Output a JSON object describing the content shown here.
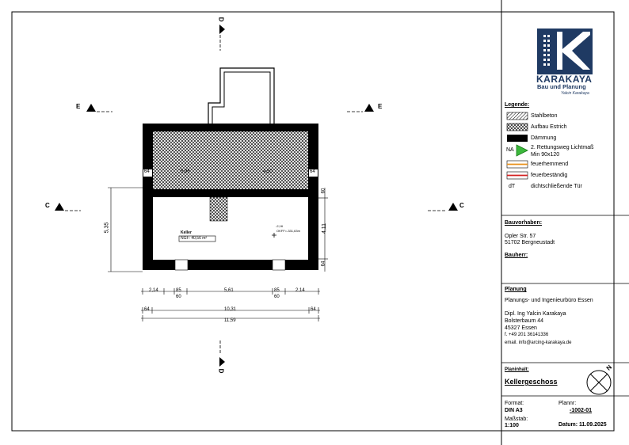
{
  "logo": {
    "name": "KARAKAYA",
    "sub": "Bau und Planung",
    "signature": "Yalcin Karakaya",
    "colors": {
      "navy": "#1f3a63",
      "light": "#ffffff"
    }
  },
  "legend": {
    "title": "Legende:",
    "items": [
      {
        "label": "Stahlbeton",
        "style": "hatch"
      },
      {
        "label": "Aufbau Estrich",
        "style": "crosshatch"
      },
      {
        "label": "Dämmung",
        "style": "solid-black"
      },
      {
        "prefix": "NA",
        "label": "2. Rettungsweg  Lichtmaß",
        "label2": "Min 90x120",
        "style": "green-triangle"
      },
      {
        "label": "feuerhemmend",
        "style": "orange-line"
      },
      {
        "label": "feuerbeständig",
        "style": "red-line"
      },
      {
        "prefix": "dT",
        "label": "dichtschließende Tür",
        "style": "none"
      }
    ]
  },
  "project": {
    "bauvorhaben_label": "Bauvorhaben:",
    "address_line1": "Opler Str. 57",
    "address_line2": "51702 Bergneustadt",
    "bauherr_label": "Bauherr:"
  },
  "planung": {
    "label": "Planung",
    "office": "Planungs- und Ingenieurbüro Essen",
    "person": "Dipl. Ing Yalcin Karakaya",
    "street": "Bolsterbaum 44",
    "city": "45327 Essen",
    "phone": "f. +49 201 36141336",
    "email": "email. info@arcing-karakaya.de"
  },
  "plan": {
    "inhalt_label": "Planinhalt:",
    "inhalt": "Kellergeschoss",
    "format_label": "Format:",
    "format": "DIN A3",
    "massstab_label": "Maßstab:",
    "massstab": "1:100",
    "plannr_label": "Plannr:",
    "plannr": "-1002-01",
    "datum": "Datum: 11.09.2025",
    "north": "N"
  },
  "drawing": {
    "section_marks": {
      "d": "D",
      "e": "E",
      "c": "C"
    },
    "room_name": "Keller",
    "room_area": "NGF: 40,56 m²",
    "level_top": "-2,16",
    "level_bottom": "OKFF=-331,63m",
    "wall_dims": {
      "left": "64",
      "top_left": "5,96",
      "top_right": "4,50",
      "right": "64"
    },
    "vertical_dims": {
      "total": "5,35",
      "r1": "60",
      "r2": "4,11",
      "r3": "64"
    },
    "dim_row1": [
      "2,14",
      "85",
      "5,61",
      "85",
      "2,14"
    ],
    "dim_row1_sub": [
      "60",
      "60"
    ],
    "dim_row2": [
      "64",
      "10,31",
      "64"
    ],
    "dim_row3": [
      "11,59"
    ]
  }
}
